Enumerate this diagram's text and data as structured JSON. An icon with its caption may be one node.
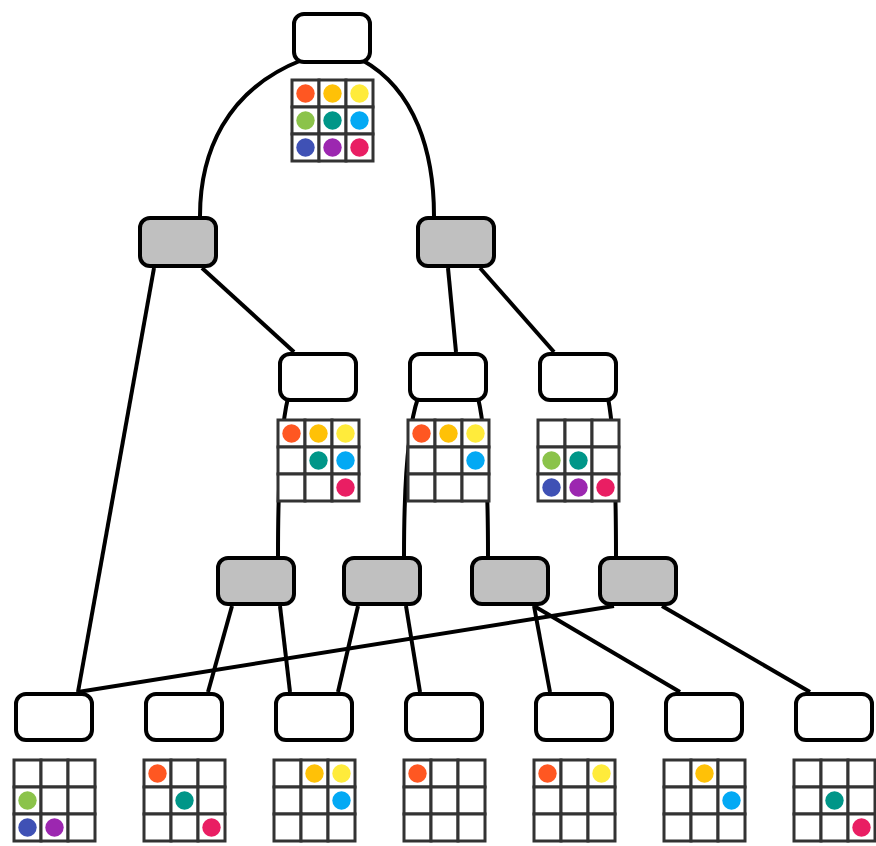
{
  "diagram": {
    "nodes": [
      {
        "text": [],
        "shape": "box"
      },
      {
        "text": [],
        "shape": "box"
      },
      {
        "text": [],
        "shape": "box"
      },
      {
        "text": [],
        "shape": "box"
      },
      {
        "text": [],
        "shape": "box"
      },
      {
        "text": [],
        "shape": "box"
      },
      {
        "text": [],
        "shape": "box"
      },
      {
        "text": [],
        "shape": "box"
      },
      {
        "text": [],
        "shape": "box"
      },
      {
        "text": [],
        "shape": "box"
      },
      {
        "text": [],
        "shape": "box"
      },
      {
        "text": [],
        "shape": "box"
      },
      {
        "text": [],
        "shape": "box"
      },
      {
        "text": [],
        "shape": "box"
      },
      {
        "text": [],
        "shape": "box"
      },
      {
        "text": [],
        "shape": "box"
      },
      {
        "text": [],
        "shape": "box"
      }
    ],
    "edges": [
      {
        "from": 0,
        "to": 1,
        "arrow": "none"
      },
      {
        "from": 0,
        "to": 2,
        "arrow": "none"
      },
      {
        "from": 1,
        "to": 10,
        "arrow": "none"
      },
      {
        "from": 1,
        "to": 3,
        "arrow": "none"
      },
      {
        "from": 2,
        "to": 4,
        "arrow": "none"
      },
      {
        "from": 2,
        "to": 5,
        "arrow": "none"
      },
      {
        "from": 3,
        "to": 6,
        "arrow": "none"
      },
      {
        "from": 4,
        "to": 7,
        "arrow": "none"
      },
      {
        "from": 4,
        "to": 8,
        "arrow": "none"
      },
      {
        "from": 5,
        "to": 9,
        "arrow": "none"
      },
      {
        "from": 6,
        "to": 11,
        "arrow": "none"
      },
      {
        "from": 6,
        "to": 12,
        "arrow": "none"
      },
      {
        "from": 7,
        "to": 12,
        "arrow": "none"
      },
      {
        "from": 7,
        "to": 13,
        "arrow": "none"
      },
      {
        "from": 8,
        "to": 14,
        "arrow": "none"
      },
      {
        "from": 8,
        "to": 15,
        "arrow": "none"
      },
      {
        "from": 9,
        "to": 10,
        "arrow": "none"
      },
      {
        "from": 9,
        "to": 16,
        "arrow": "none"
      }
    ]
  }
}
